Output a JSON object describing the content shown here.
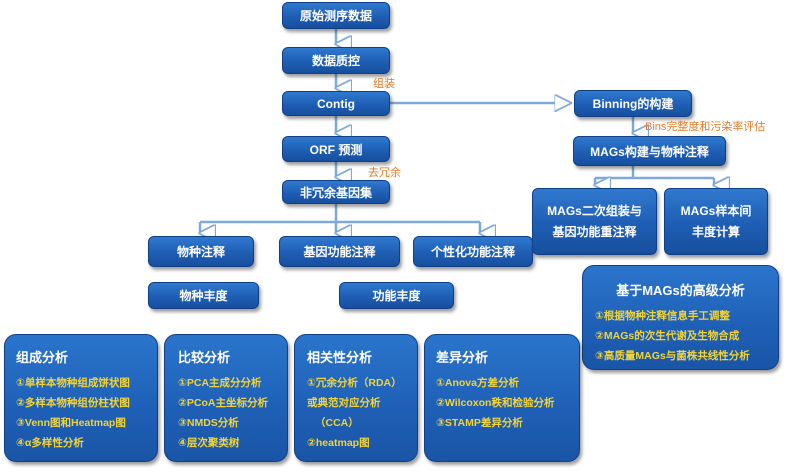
{
  "colors": {
    "box_fill": "#1e5eb4",
    "box_border": "#0f3f86",
    "arrow_stroke": "#7fa9d9",
    "item_text": "#f2d43a",
    "note_text": "#e07a26"
  },
  "main_flow": {
    "raw_data": "原始测序数据",
    "quality_control": "数据质控",
    "contig": "Contig",
    "orf_prediction": "ORF 预测",
    "nonredundant_gene_set": "非冗余基因集"
  },
  "notes": {
    "assembly": "组装",
    "deredundancy": "去冗余",
    "bins_evaluation": "Bins完整度和污染率评估"
  },
  "branches": {
    "species_annotation": "物种注释",
    "gene_function_annotation": "基因功能注释",
    "personalized_function_annotation": "个性化功能注释",
    "species_abundance": "物种丰度",
    "function_abundance": "功能丰度"
  },
  "mags": {
    "binning": "Binning的构建",
    "mags_build": "MAGs构建与物种注释",
    "reassembly_line1": "MAGs二次组装与",
    "reassembly_line2": "基因功能重注释",
    "intersample_line1": "MAGs样本间",
    "intersample_line2": "丰度计算",
    "advanced": {
      "title": "基于MAGs的高级分析",
      "items": [
        "①根据物种注释信息手工调整",
        "②MAGs的次生代谢及生物合成",
        "③高质量MAGs与菌株共线性分析"
      ]
    }
  },
  "analyses": {
    "composition": {
      "title": "组成分析",
      "items": [
        "①单样本物种组成饼状图",
        "②多样本物种组份柱状图",
        "③Venn图和Heatmap图",
        "④α多样性分析"
      ]
    },
    "comparison": {
      "title": "比较分析",
      "items": [
        "①PCA主成分分析",
        "②PCoA主坐标分析",
        "③NMDS分析",
        "④层次聚类树"
      ]
    },
    "correlation": {
      "title": "相关性分析",
      "items": [
        "①冗余分析（RDA）",
        "或典范对应分析",
        "（CCA）",
        "②heatmap图"
      ]
    },
    "difference": {
      "title": "差异分析",
      "items": [
        "①Anova方差分析",
        "②Wilcoxon秩和检验分析",
        "③STAMP差异分析"
      ]
    }
  }
}
